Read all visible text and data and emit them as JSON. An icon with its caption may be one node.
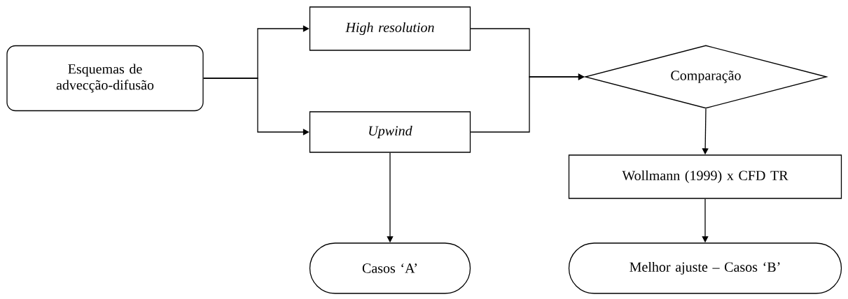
{
  "diagram": {
    "nodes": [
      {
        "text": [
          "Esquemas de advecção-difusão"
        ]
      },
      {
        "text": [
          "High resolution"
        ]
      },
      {
        "text": [
          "Upwind"
        ]
      },
      {
        "text": [
          "Comparação"
        ]
      },
      {
        "text": [
          "Wollmann (1999) x CFD TR"
        ]
      },
      {
        "text": [
          "Casos ‘A’"
        ]
      },
      {
        "text": [
          "Melhor ajuste – Casos ‘B’"
        ]
      }
    ],
    "edges": [
      {
        "from": 0,
        "to": 1,
        "arrow": "to"
      },
      {
        "from": 0,
        "to": 2,
        "arrow": "to"
      },
      {
        "from": 1,
        "to": 3,
        "arrow": "to"
      },
      {
        "from": 2,
        "to": 3,
        "arrow": "to"
      },
      {
        "from": 2,
        "to": 5,
        "arrow": "to"
      },
      {
        "from": 3,
        "to": 4,
        "arrow": "to"
      },
      {
        "from": 4,
        "to": 6,
        "arrow": "to"
      }
    ]
  }
}
